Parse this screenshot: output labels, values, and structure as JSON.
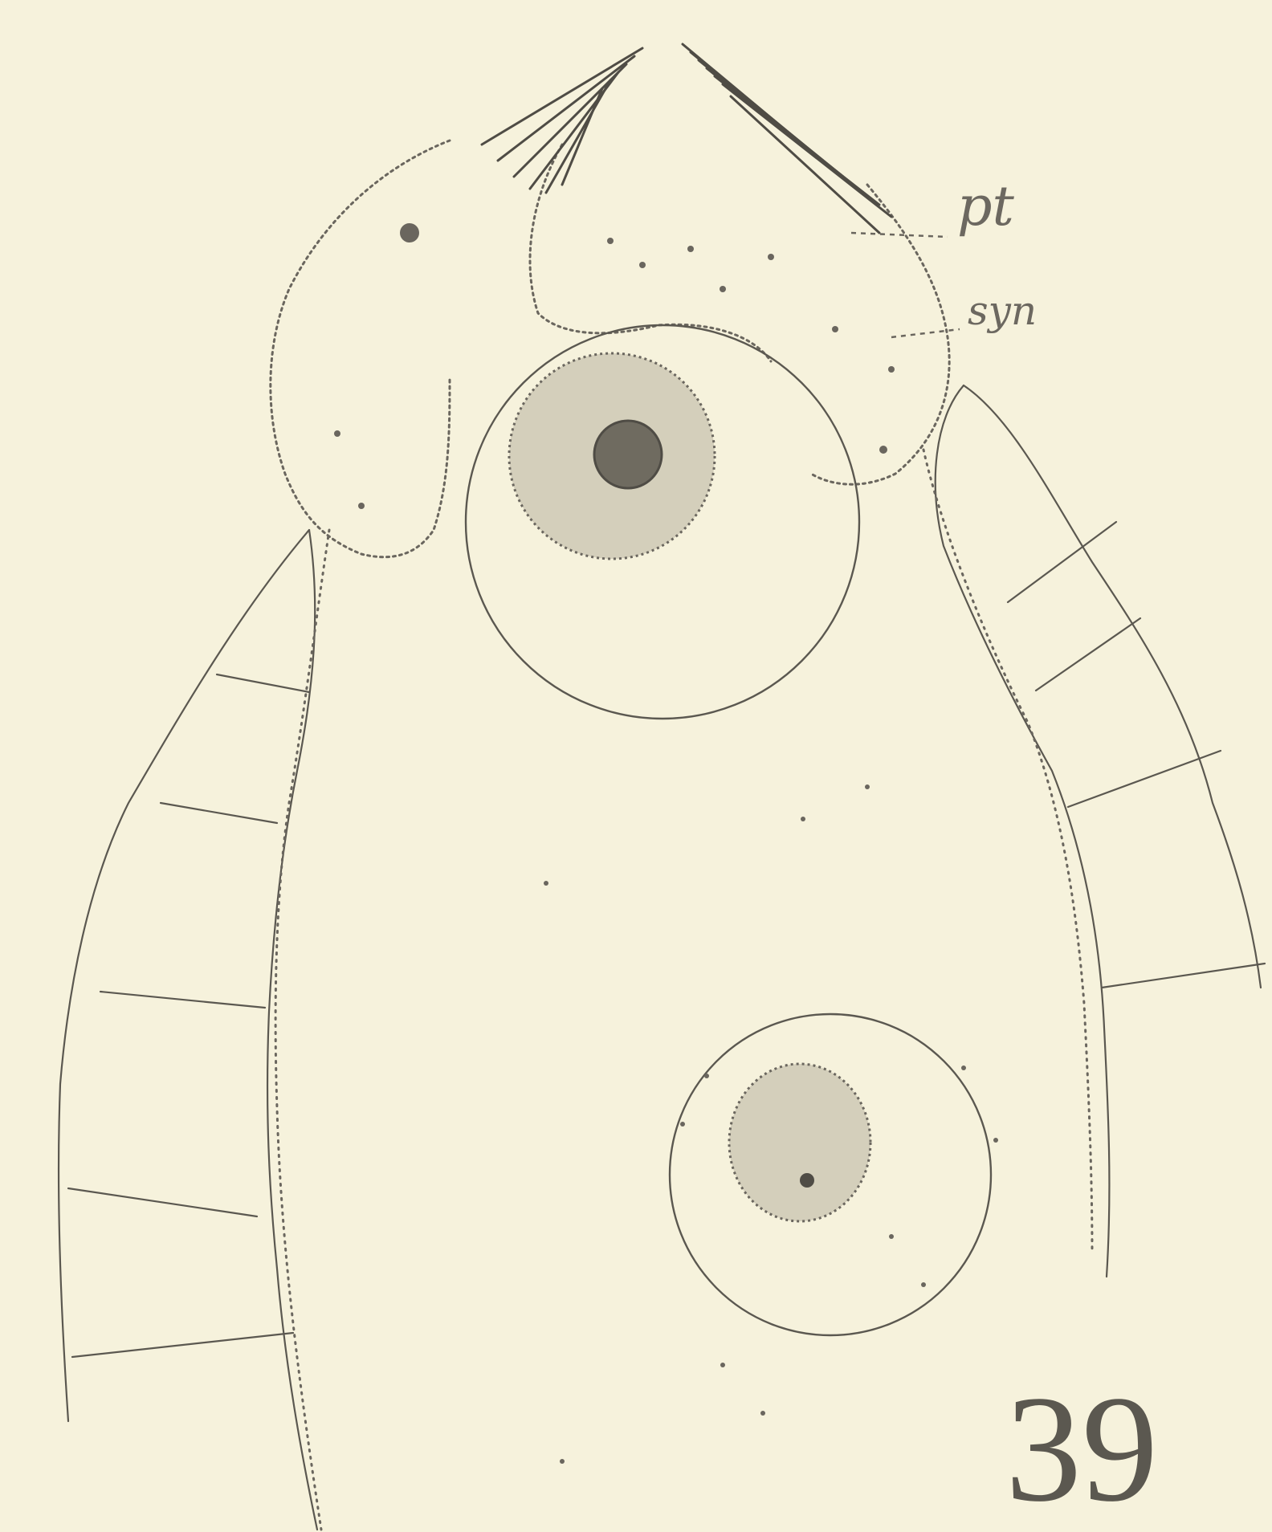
{
  "figure": {
    "number": "39",
    "labels": {
      "pt": "pt",
      "syn": "syn"
    }
  },
  "colors": {
    "paper": "#f6f2dc",
    "ink": "#5b5850",
    "stipple": "#6a665e"
  }
}
